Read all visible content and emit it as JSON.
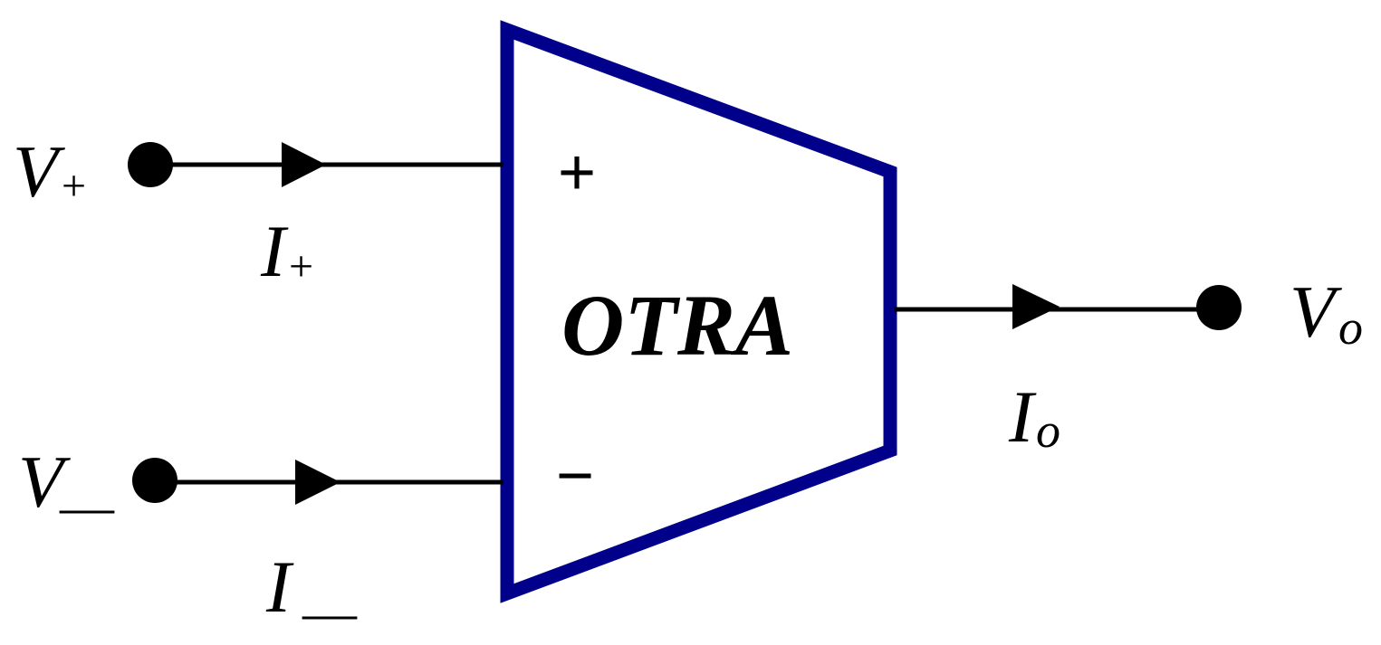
{
  "block": {
    "name": "OTRA",
    "outline_color": "#00008B",
    "plus_sign": "+",
    "minus_sign": "−"
  },
  "terminals": {
    "v_plus": {
      "symbol": "V",
      "sub": "+"
    },
    "v_minus": {
      "symbol": "V",
      "sub": "—"
    },
    "v_out": {
      "symbol": "V",
      "sub": "o"
    }
  },
  "currents": {
    "i_plus": {
      "symbol": "I",
      "sub": "+"
    },
    "i_minus": {
      "symbol": "I",
      "sub": "—"
    },
    "i_out": {
      "symbol": "I",
      "sub": "o"
    }
  },
  "wire_color": "#000000"
}
